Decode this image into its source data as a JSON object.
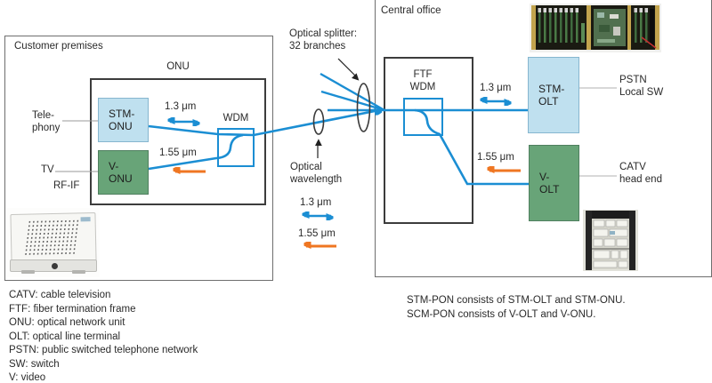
{
  "customer": {
    "title": "Customer premises",
    "onu_label": "ONU",
    "telephony_line1": "Tele-",
    "telephony_line2": "phony",
    "tv_label": "TV",
    "rfif_label": "RF-IF",
    "stm_onu_line1": "STM-",
    "stm_onu_line2": "ONU",
    "v_onu_line1": "V-",
    "v_onu_line2": "ONU",
    "wdm_label": "WDM",
    "lambda_13": "1.3 μm",
    "lambda_155": "1.55 μm"
  },
  "distribution": {
    "splitter_line1": "Optical splitter:",
    "splitter_line2": "32 branches",
    "wavelength_line1": "Optical",
    "wavelength_line2": "wavelength",
    "legend_lambda_13": "1.3 μm",
    "legend_lambda_155": "1.55 μm"
  },
  "central_office": {
    "title": "Central office",
    "ftf_line1": "FTF",
    "ftf_line2": "WDM",
    "lambda_13": "1.3 μm",
    "lambda_155": "1.55 μm",
    "stm_olt_line1": "STM-",
    "stm_olt_line2": "OLT",
    "v_olt_line1": "V-",
    "v_olt_line2": "OLT",
    "pstn_line1": "PSTN",
    "pstn_line2": "Local SW",
    "catv_line1": "CATV",
    "catv_line2": "head end"
  },
  "notes": [
    "STM-PON consists of STM-OLT and STM-ONU.",
    "SCM-PON consists of V-OLT and V-ONU."
  ],
  "glossary": [
    "CATV: cable television",
    "FTF: fiber termination frame",
    "ONU: optical network unit",
    "OLT: optical line terminal",
    "PSTN: public switched telephone network",
    "SW: switch",
    "V: video"
  ],
  "photos": {
    "top_right": "central-office-shelf-photo",
    "bottom_right": "equipment-rack-photo",
    "bottom_left": "onu-device-photo"
  },
  "colors": {
    "fiber_blue": "#1b8ed3",
    "signal_orange": "#ef7622",
    "stm_fill": "#bfe0ef",
    "video_fill": "#68a478"
  }
}
